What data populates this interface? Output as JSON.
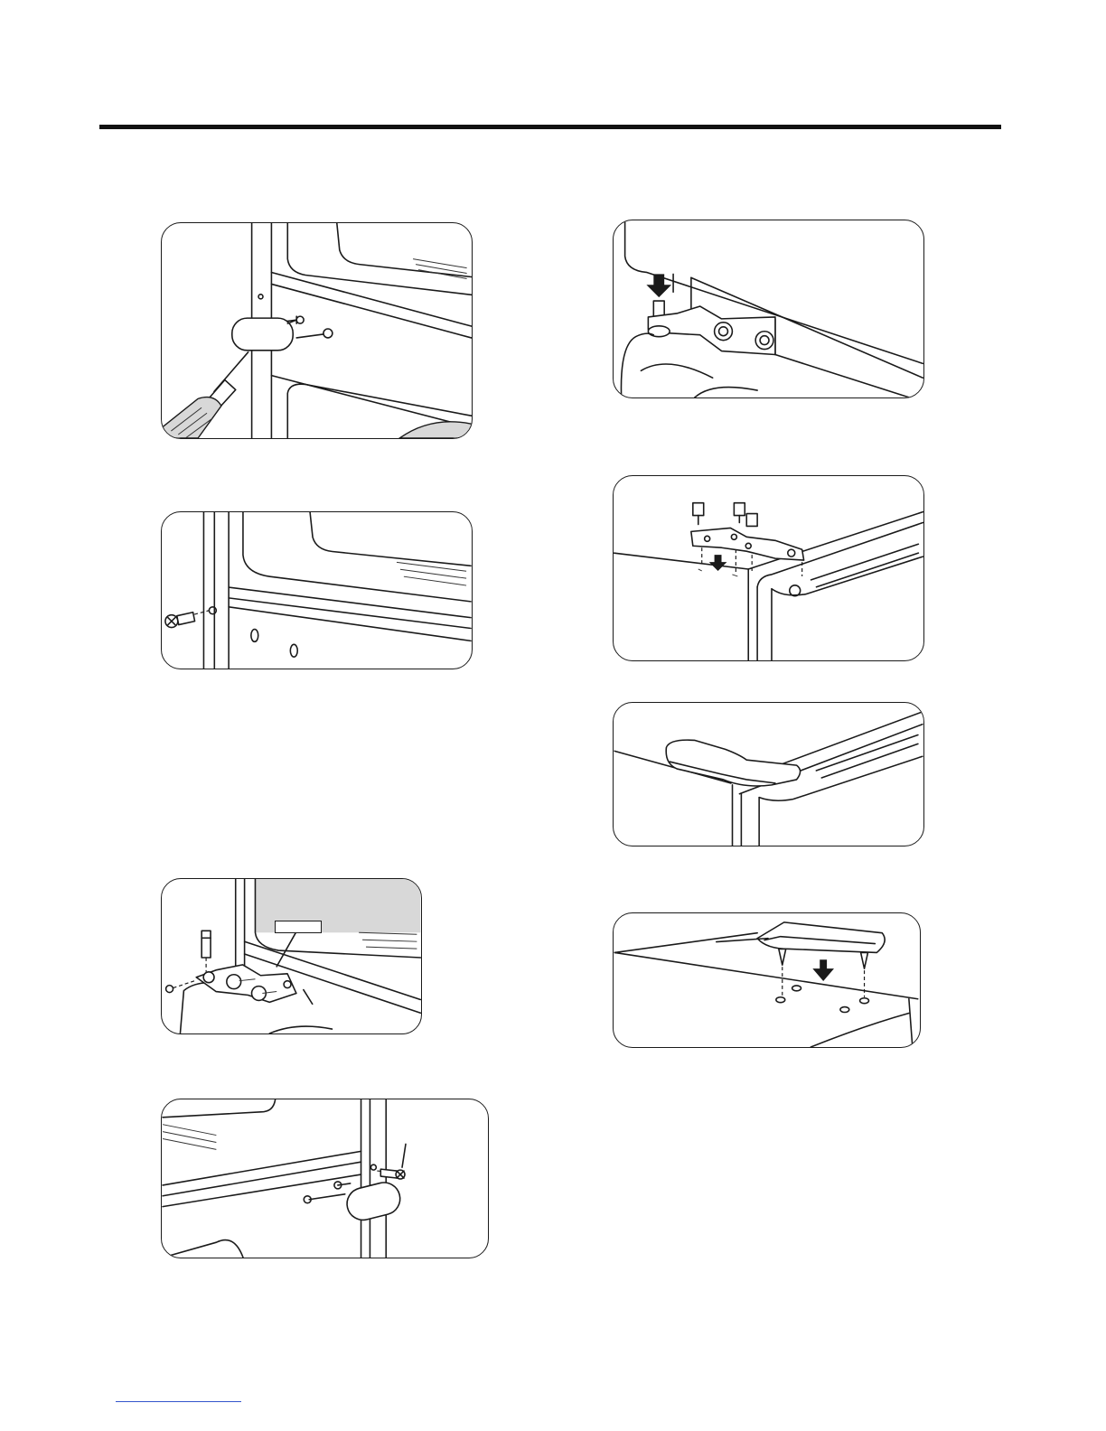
{
  "page": {
    "illustrations": [
      {
        "id": "fig-handle-removal",
        "icon": "screwdriver-icon"
      },
      {
        "id": "fig-screw-plug",
        "icon": "screw-icon"
      },
      {
        "id": "fig-hinge-pin-install",
        "icon": "arrow-down-icon"
      },
      {
        "id": "fig-top-hinge-bolts",
        "icon": "bolt-icon"
      },
      {
        "id": "fig-hinge-cover",
        "icon": "cover-icon"
      },
      {
        "id": "fig-cover-pins",
        "icon": "arrow-down-icon"
      },
      {
        "id": "fig-bottom-hinge",
        "icon": "hinge-icon"
      },
      {
        "id": "fig-handle-reinstall",
        "icon": "handle-icon"
      }
    ]
  }
}
